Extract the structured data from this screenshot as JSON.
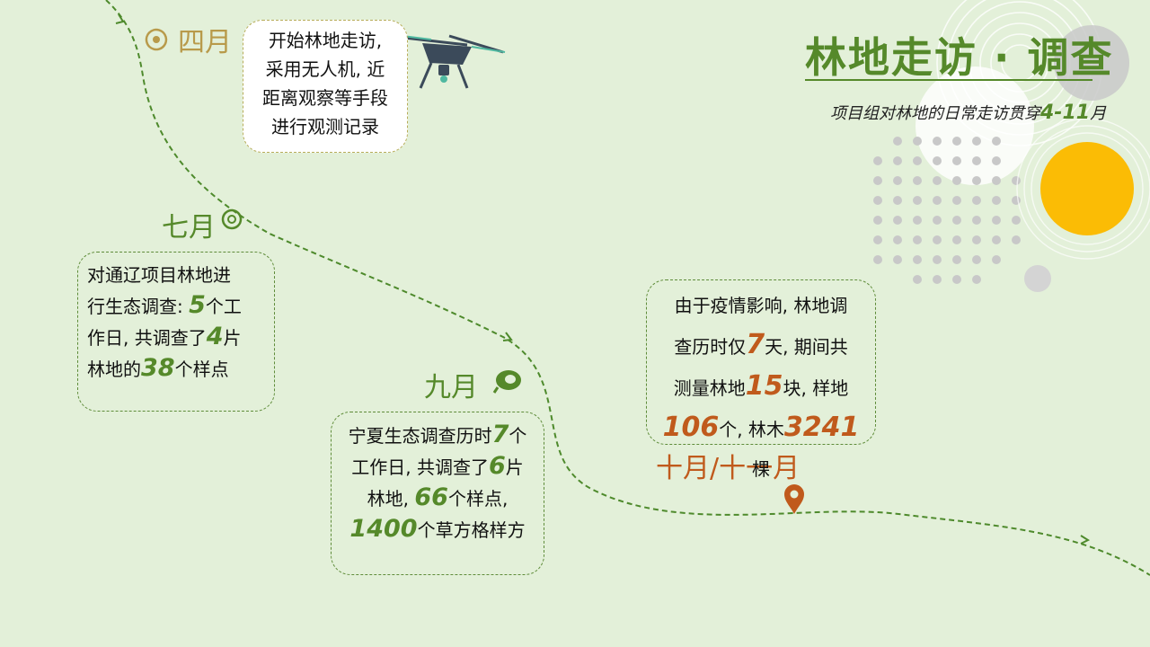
{
  "header": {
    "title": "林地走访 · 调查",
    "subtitle_prefix": "项目组对林地的日常走访贯穿",
    "subtitle_range": "4-11",
    "subtitle_suffix": "月"
  },
  "timeline": {
    "april": {
      "month": "四月",
      "line1": "开始林地走访,",
      "line2": "采用无人机, 近",
      "line3": "距离观察等手段",
      "line4": "进行观测记录"
    },
    "july": {
      "month": "七月",
      "l1": "对通辽项目林地进",
      "l2a": "行生态调查: ",
      "days": "5",
      "l2b": "个工",
      "l3a": "作日, 共调查了",
      "plots": "4",
      "l3b": "片",
      "l4a": "林地的",
      "points": "38",
      "l4b": "个样点"
    },
    "september": {
      "month": "九月",
      "l1a": "宁夏生态调查历时",
      "days": "7",
      "l1b": "个",
      "l2a": "工作日, 共调查了",
      "plots": "6",
      "l2b": "片",
      "l3a": "林地, ",
      "points": "66",
      "l3b": "个样点,",
      "quadrats": "1400",
      "l4b": "个草方格样方"
    },
    "october_november": {
      "month": "十月/十一月",
      "l1": "由于疫情影响, 林地调",
      "l2a": "查历时仅",
      "days": "7",
      "l2b": "天, 期间共",
      "l3a": "测量林地",
      "plots": "15",
      "l3b": "块, 样地",
      "samples": "106",
      "l4a": "个, 林木",
      "trees": "3241",
      "l4b": "棵"
    }
  },
  "colors": {
    "background": "#e3f0d9",
    "accent_green": "#55892a",
    "accent_orange": "#c05a1c",
    "accent_gold": "#b89a4a",
    "yellow_circle": "#fbbc05"
  },
  "icons": [
    "location-pin-icon",
    "drone-icon",
    "leaf-icon"
  ]
}
